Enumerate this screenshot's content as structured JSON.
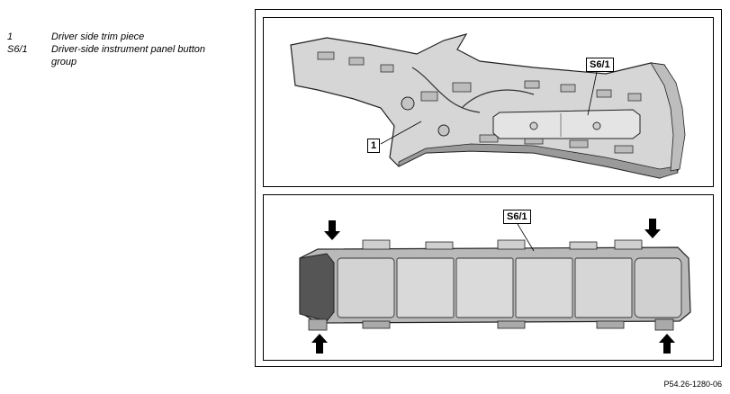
{
  "legend": [
    {
      "key": "1",
      "text": "Driver side trim piece"
    },
    {
      "key": "S6/1",
      "text": "Driver-side instrument panel button group"
    }
  ],
  "top_panel": {
    "callout_component": "S6/1",
    "callout_trim": "1"
  },
  "bottom_panel": {
    "callout_component": "S6/1",
    "button_count": 6
  },
  "figure_code": "P54.26-1280-06"
}
